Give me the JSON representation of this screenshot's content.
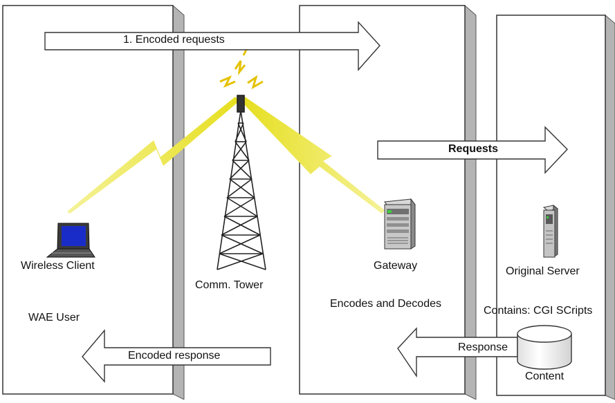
{
  "panels": {
    "left_label": "WAE User",
    "middle_label": "Encodes and Decodes",
    "right_label": "Contains: CGI SCripts"
  },
  "arrows": {
    "encoded_requests": "1. Encoded requests",
    "requests": "Requests",
    "encoded_response": "Encoded response",
    "response": "Response"
  },
  "nodes": {
    "client": "Wireless Client",
    "tower": "Comm. Tower",
    "gateway": "Gateway",
    "server": "Original Server",
    "content": "Content"
  },
  "icons": {
    "client": "laptop-icon",
    "tower": "radio-tower-icon",
    "gateway": "gateway-server-icon",
    "server": "server-icon",
    "content": "database-cylinder-icon"
  },
  "colors": {
    "signal": "#e8e020",
    "screen": "#1a2cc8",
    "panel_shadow": "#b4b4b4"
  }
}
